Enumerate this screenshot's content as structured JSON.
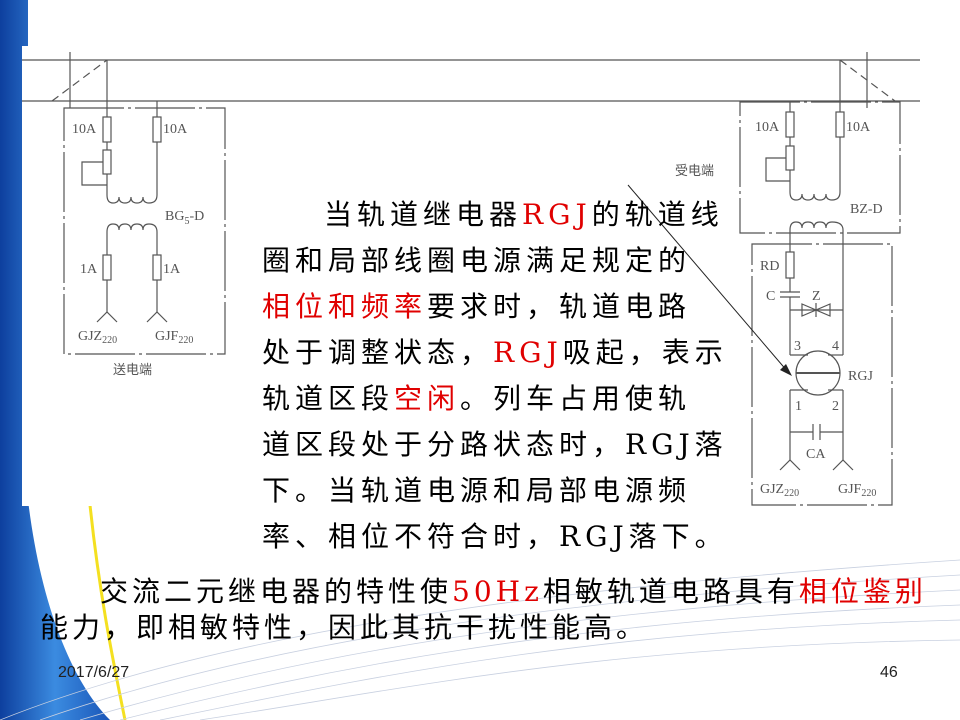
{
  "diagram": {
    "send_end": {
      "fuse_top_left": "10A",
      "fuse_top_right": "10A",
      "transformer": "BG",
      "transformer_sub": "5",
      "transformer_suffix": "-D",
      "fuse_bottom_left": "1A",
      "fuse_bottom_right": "1A",
      "terminal_left": "GJZ",
      "terminal_left_sub": "220",
      "terminal_right": "GJF",
      "terminal_right_sub": "220",
      "label": "送电端"
    },
    "receive_end": {
      "label": "受电端",
      "fuse_top_left": "10A",
      "fuse_top_right": "10A",
      "transformer": "BZ-D",
      "fuse": "RD",
      "capacitor": "C",
      "diode": "Z",
      "pin3": "3",
      "pin4": "4",
      "pin1": "1",
      "pin2": "2",
      "relay": "RGJ",
      "capacitor_a": "CA",
      "terminal_left": "GJZ",
      "terminal_left_sub": "220",
      "terminal_right": "GJF",
      "terminal_right_sub": "220"
    }
  },
  "main_paragraph": {
    "l1a": "当轨道继电器",
    "l1b": "RGJ",
    "l1c": "的轨道线",
    "l2": "圈和局部线圈电源满足规定的",
    "l3a": "相位和频率",
    "l3b": "要求时，轨道电路",
    "l4a": "处于调整状态，",
    "l4b": "RGJ",
    "l4c": "吸起，表示",
    "l5a": "轨道区段",
    "l5b": "空闲",
    "l5c": "。列车占用使轨",
    "l6": "道区段处于分路状态时，RGJ落",
    "l7": "下。当轨道电源和局部电源频",
    "l8": "率、相位不符合时，RGJ落下。"
  },
  "bottom_paragraph": {
    "a": "交流二元继电器的特性使",
    "b": "50Hz",
    "c": "相敏轨道电路具有",
    "d": "相位鉴别",
    "e": "能力，即相敏特性，因此其抗干扰性能高。"
  },
  "footer": {
    "date": "2017/6/27",
    "page_number": "46"
  },
  "colors": {
    "highlight": "#e00000",
    "accent_blue": "#1f5fbf"
  }
}
